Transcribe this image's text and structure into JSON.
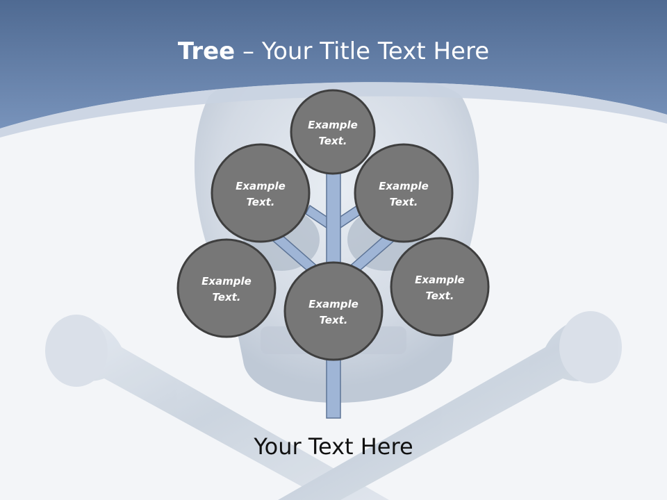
{
  "slide": {
    "title_bold": "Tree",
    "title_separator": " – ",
    "title_rest": "Your Title Text Here",
    "footer": "Your Text Here"
  },
  "tree": {
    "nodes": [
      {
        "line1": "Example",
        "line2": "Text."
      },
      {
        "line1": "Example",
        "line2": "Text."
      },
      {
        "line1": "Example",
        "line2": "Text."
      },
      {
        "line1": "Example",
        "line2": "Text."
      },
      {
        "line1": "Example",
        "line2": "Text."
      },
      {
        "line1": "Example",
        "line2": "Text."
      }
    ]
  },
  "colors": {
    "header_blue": "#6f8bb4",
    "node_fill": "#777777",
    "node_stroke": "#3f3f3f",
    "branch_fill": "#9fb5d6",
    "branch_stroke": "#5d7496"
  }
}
